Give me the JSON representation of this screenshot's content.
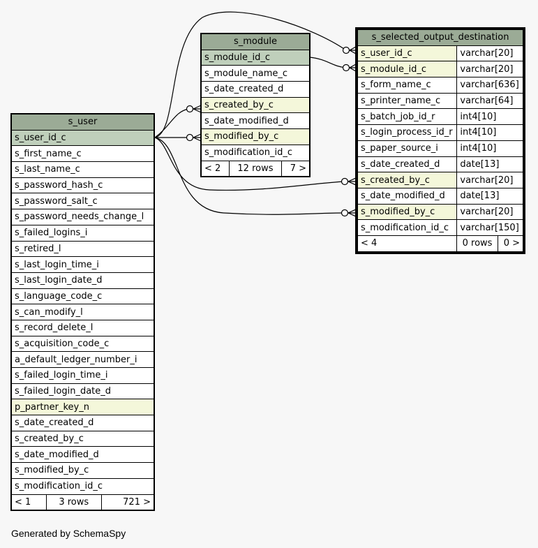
{
  "tables": {
    "s_module": {
      "name": "s_module",
      "columns": [
        "s_module_id_c",
        "s_module_name_c",
        "s_date_created_d",
        "s_created_by_c",
        "s_date_modified_d",
        "s_modified_by_c",
        "s_modification_id_c"
      ],
      "footer": {
        "parents": "< 2",
        "rows": "12 rows",
        "children": "7 >"
      }
    },
    "s_user": {
      "name": "s_user",
      "columns": [
        "s_user_id_c",
        "s_first_name_c",
        "s_last_name_c",
        "s_password_hash_c",
        "s_password_salt_c",
        "s_password_needs_change_l",
        "s_failed_logins_i",
        "s_retired_l",
        "s_last_login_time_i",
        "s_last_login_date_d",
        "s_language_code_c",
        "s_can_modify_l",
        "s_record_delete_l",
        "s_acquisition_code_c",
        "a_default_ledger_number_i",
        "s_failed_login_time_i",
        "s_failed_login_date_d",
        "p_partner_key_n",
        "s_date_created_d",
        "s_created_by_c",
        "s_date_modified_d",
        "s_modified_by_c",
        "s_modification_id_c"
      ],
      "footer": {
        "parents": "< 1",
        "rows": "3 rows",
        "children": "721 >"
      }
    },
    "s_selected_output_destination": {
      "name": "s_selected_output_destination",
      "columns": [
        {
          "name": "s_user_id_c",
          "type": "varchar[20]"
        },
        {
          "name": "s_module_id_c",
          "type": "varchar[20]"
        },
        {
          "name": "s_form_name_c",
          "type": "varchar[636]"
        },
        {
          "name": "s_printer_name_c",
          "type": "varchar[64]"
        },
        {
          "name": "s_batch_job_id_r",
          "type": "int4[10]"
        },
        {
          "name": "s_login_process_id_r",
          "type": "int4[10]"
        },
        {
          "name": "s_paper_source_i",
          "type": "int4[10]"
        },
        {
          "name": "s_date_created_d",
          "type": "date[13]"
        },
        {
          "name": "s_created_by_c",
          "type": "varchar[20]"
        },
        {
          "name": "s_date_modified_d",
          "type": "date[13]"
        },
        {
          "name": "s_modified_by_c",
          "type": "varchar[20]"
        },
        {
          "name": "s_modification_id_c",
          "type": "varchar[150]"
        }
      ],
      "footer": {
        "parents": "< 4",
        "rows": "0 rows",
        "children": "0 >"
      }
    }
  },
  "colors": {
    "header": "#9bab96",
    "primary_key": "#bfcfbb",
    "foreign_key": "#f4f7da",
    "background": "#f7f7f7"
  },
  "footer_text": "Generated by SchemaSpy"
}
